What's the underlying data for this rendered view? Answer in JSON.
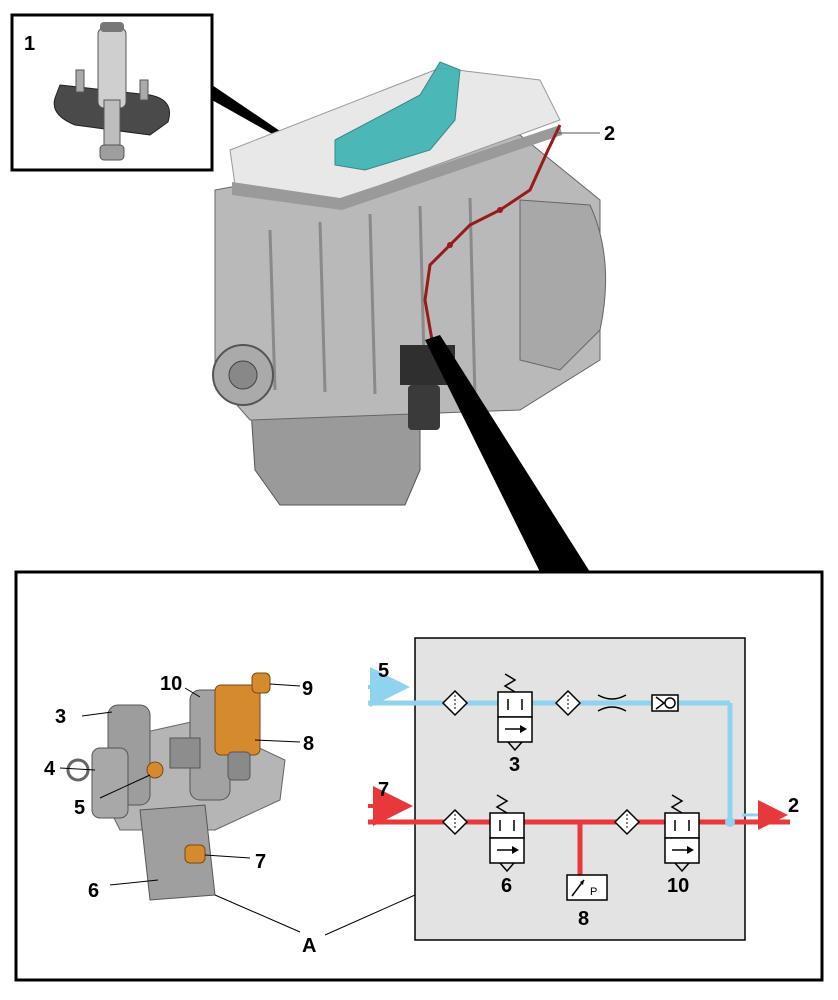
{
  "labels": {
    "inset_part": "1",
    "engine_pipe": "2",
    "outlet": "2",
    "valve_a": "3",
    "part_4": "4",
    "inlet_air": "5",
    "block_5": "5",
    "valve_b": "6",
    "block_6": "6",
    "inlet_oil": "7",
    "block_7": "7",
    "sensor": "8",
    "block_8": "8",
    "block_9": "9",
    "valve_c": "10",
    "block_10": "10",
    "unit": "A",
    "sensor_p": "P"
  },
  "colors": {
    "air_line": "#8fd3ef",
    "oil_line": "#e8383b",
    "schematic_bg": "#e3e3e3",
    "engine_body": "#b9b9b9",
    "engine_dark": "#7a7a7a",
    "cover_teal": "#3fb3b3",
    "fitting_orange": "#d68a2e",
    "pipe_red": "#9a1a1a"
  }
}
